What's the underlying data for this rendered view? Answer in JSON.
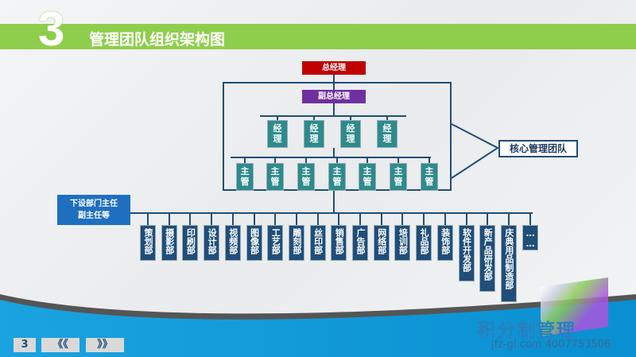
{
  "header": {
    "number": "3",
    "title": "管理团队组织架构图"
  },
  "org": {
    "gm": "总经理",
    "vgm": "副总经理",
    "managers": [
      "经理",
      "经理",
      "经理",
      "经理"
    ],
    "supervisors": [
      "主管",
      "主管",
      "主管",
      "主管",
      "主管",
      "主管",
      "主管"
    ],
    "core_team": "核心管理团队",
    "sub_label_1": "下设部门主任",
    "sub_label_2": "副主任等",
    "departments": [
      "策划部",
      "摄影部",
      "印刷部",
      "设计部",
      "视频部",
      "图像部",
      "工艺部",
      "雕刻部",
      "丝印部",
      "销售部",
      "广告部",
      "网络部",
      "培训部",
      "礼品部",
      "装饰部",
      "软件开发部",
      "新产品研发部",
      "庆典用品制造部",
      "……"
    ]
  },
  "footer": {
    "page": "3",
    "prev": "《《",
    "next": "》》",
    "brand": "积分制管理",
    "site": "jfz-gl.com",
    "phone": "4007753506"
  },
  "colors": {
    "green": "#8fce4c",
    "red": "#c00000",
    "purple": "#7030a0",
    "navy": "#1f4e79",
    "blue": "#1f6fc0"
  }
}
